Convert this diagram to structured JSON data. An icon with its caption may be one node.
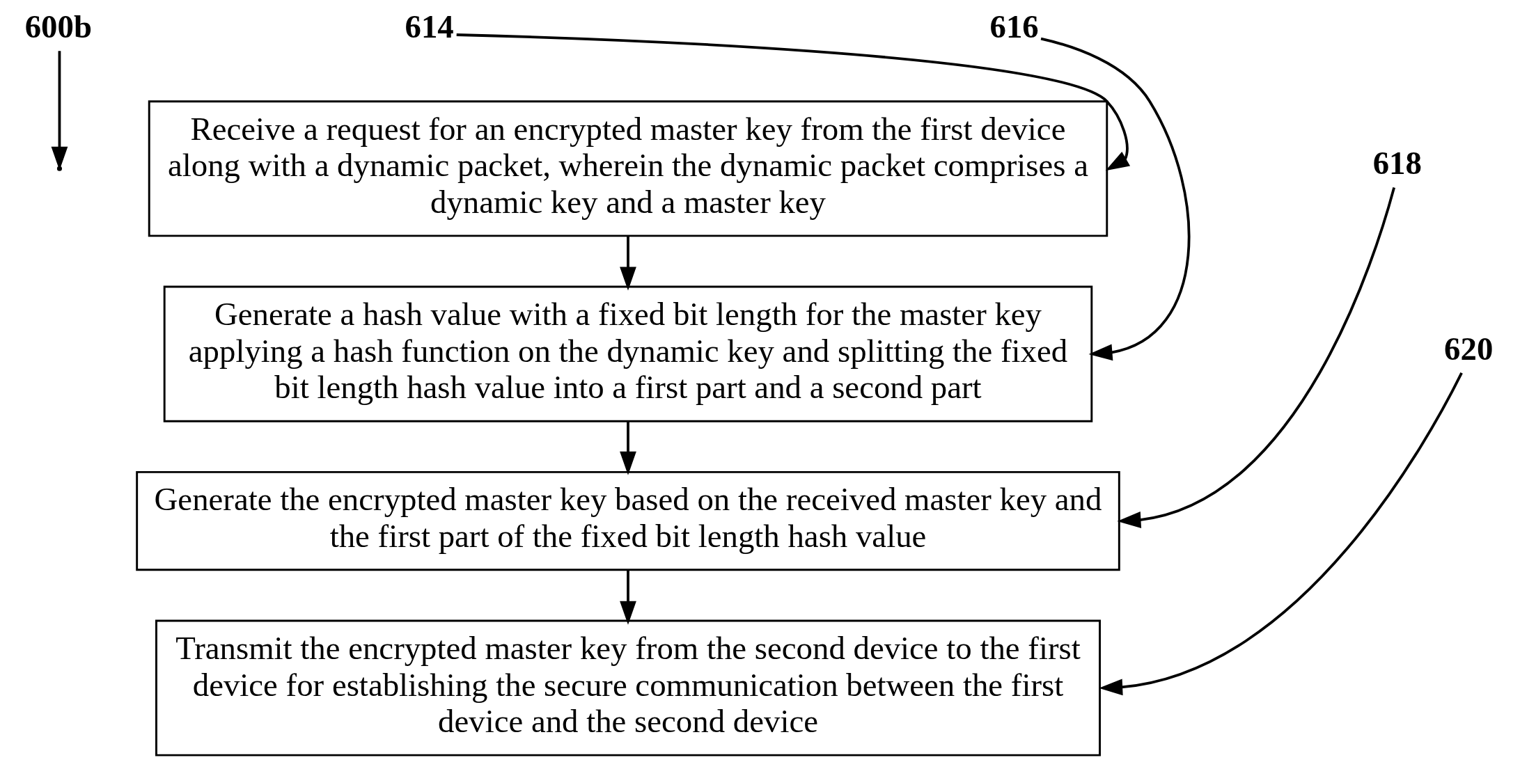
{
  "diagram": {
    "nodes": [
      {
        "text": [
          "600b"
        ]
      },
      {
        "text": [
          "614"
        ]
      },
      {
        "text": [
          "Receive a request for an encrypted master key from the first device along with a dynamic packet, wherein the dynamic packet comprises a dynamic key and a master key"
        ]
      },
      {
        "text": [
          "616"
        ]
      },
      {
        "text": [
          "Generate a hash value with a fixed bit length for the master key applying a hash function on the dynamic key and splitting the fixed bit length hash value into a first part and a second part"
        ]
      },
      {
        "text": [
          "618"
        ]
      },
      {
        "text": [
          "Generate the encrypted master key based on the received master key and the first part of the fixed bit length hash value"
        ]
      },
      {
        "text": [
          "620"
        ]
      },
      {
        "text": [
          "Transmit the encrypted master key from the second device to the first device for establishing the secure communication between the first device and the second device"
        ]
      }
    ],
    "edges": [
      {
        "from": 0,
        "to": null,
        "arrow": "to"
      },
      {
        "from": 1,
        "to": 2,
        "arrow": "to"
      },
      {
        "from": 2,
        "to": 4,
        "arrow": "to"
      },
      {
        "from": 3,
        "to": 4,
        "arrow": "to"
      },
      {
        "from": 4,
        "to": 6,
        "arrow": "to"
      },
      {
        "from": 5,
        "to": 6,
        "arrow": "to"
      },
      {
        "from": 6,
        "to": 8,
        "arrow": "to"
      },
      {
        "from": 7,
        "to": 8,
        "arrow": "to"
      }
    ]
  }
}
